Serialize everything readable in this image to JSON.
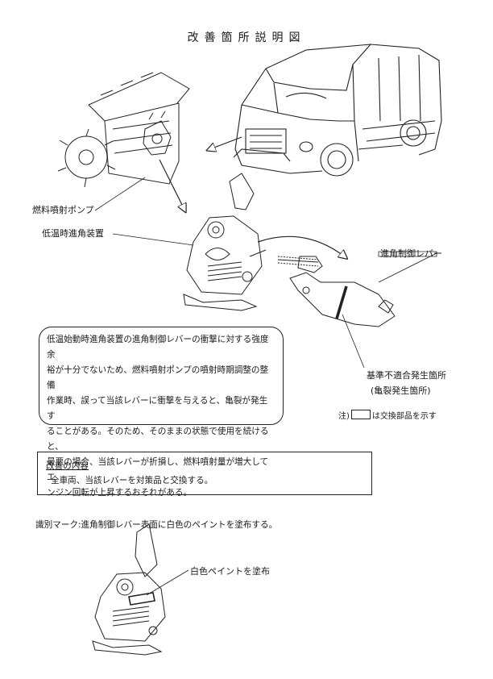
{
  "title": "改善箇所説明図",
  "labels": {
    "fuel_pump": "燃料噴射ポンプ",
    "cold_advance": "低温時進角装置",
    "advance_lever": "進角制御レバー",
    "defect_site": "基準不適合発生箇所",
    "crack_site": "(亀裂発生箇所)",
    "white_paint": "白色ペイントを塗布"
  },
  "description": {
    "lines": [
      "低温始動時進角装置の進角制御レバーの衝撃に対する強度余",
      "裕が十分でないため、燃料噴射ポンプの噴射時期調整の整備",
      "作業時、誤って当該レバーに衝撃を与えると、亀裂が発生す",
      "ることがある。そのため、そのままの状態で使用を続けると、",
      "最悪の場合、当該レバーが折損し、燃料噴射量が増大してエ",
      "ンジン回転が上昇するおそれがある。"
    ]
  },
  "note": {
    "prefix": "注)",
    "suffix": "は交換部品を示す"
  },
  "remedy": {
    "title": "改善の内容",
    "body": "全車両、当該レバーを対策品と交換する。"
  },
  "identification": "識別マーク:進角制御レバー表面に白色のペイントを塗布する。"
}
